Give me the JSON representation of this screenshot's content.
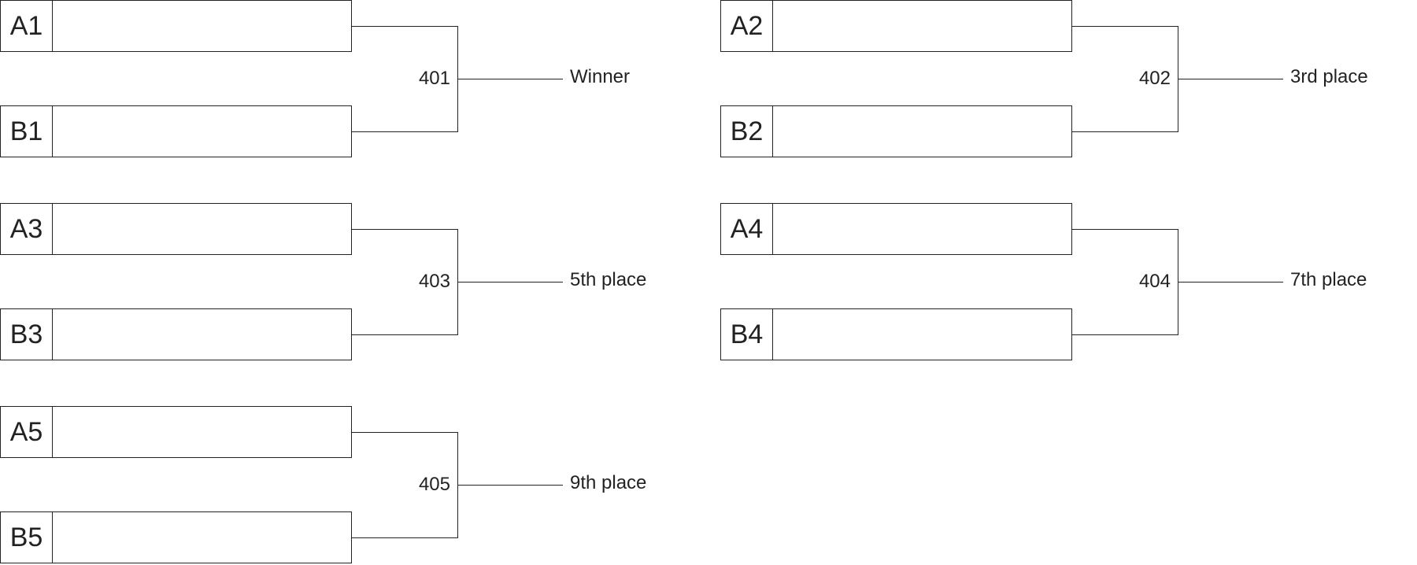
{
  "matches": [
    {
      "top_seed": "A1",
      "bottom_seed": "B1",
      "number": "401",
      "result": "Winner"
    },
    {
      "top_seed": "A2",
      "bottom_seed": "B2",
      "number": "402",
      "result": "3rd place"
    },
    {
      "top_seed": "A3",
      "bottom_seed": "B3",
      "number": "403",
      "result": "5th place"
    },
    {
      "top_seed": "A4",
      "bottom_seed": "B4",
      "number": "404",
      "result": "7th place"
    },
    {
      "top_seed": "A5",
      "bottom_seed": "B5",
      "number": "405",
      "result": "9th place"
    }
  ]
}
